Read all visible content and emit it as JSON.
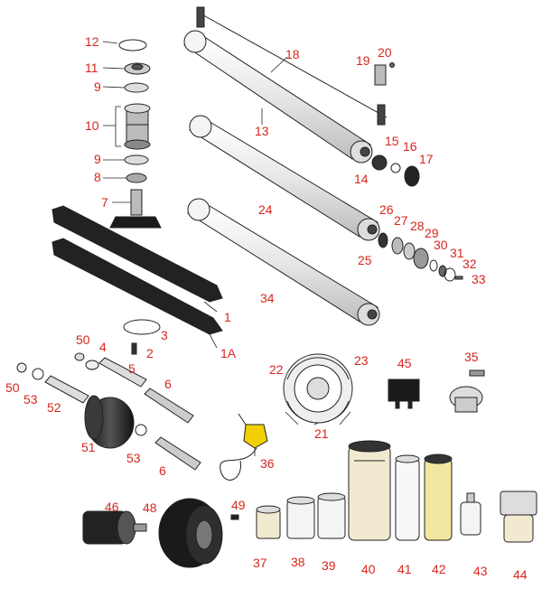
{
  "diagram": {
    "label_color": "#d7261e",
    "line_color": "#222222",
    "part_fill_light": "#eeeeee",
    "part_fill_dark": "#2a2a2a",
    "filter_fill": "#f2ead0"
  },
  "labels": {
    "p12": "12",
    "p11": "11",
    "p9a": "9",
    "p10": "10",
    "p9b": "9",
    "p8": "8",
    "p7": "7",
    "p18": "18",
    "p19": "19",
    "p20": "20",
    "p13": "13",
    "p15": "15",
    "p16": "16",
    "p17": "17",
    "p14": "14",
    "p24": "24",
    "p26": "26",
    "p27": "27",
    "p28": "28",
    "p29": "29",
    "p30": "30",
    "p31": "31",
    "p32": "32",
    "p33": "33",
    "p25": "25",
    "p34": "34",
    "p1": "1",
    "p1a": "1A",
    "p3": "3",
    "p2": "2",
    "p50a": "50",
    "p4": "4",
    "p5": "5",
    "p50b": "50",
    "p53a": "53",
    "p52": "52",
    "p6a": "6",
    "p51": "51",
    "p53b": "53",
    "p6b": "6",
    "p22": "22",
    "p23": "23",
    "p21": "21",
    "p45": "45",
    "p35": "35",
    "p36": "36",
    "p46": "46",
    "p48": "48",
    "p49": "49",
    "p37": "37",
    "p38": "38",
    "p39": "39",
    "p40": "40",
    "p41": "41",
    "p42": "42",
    "p43": "43",
    "p44": "44"
  }
}
